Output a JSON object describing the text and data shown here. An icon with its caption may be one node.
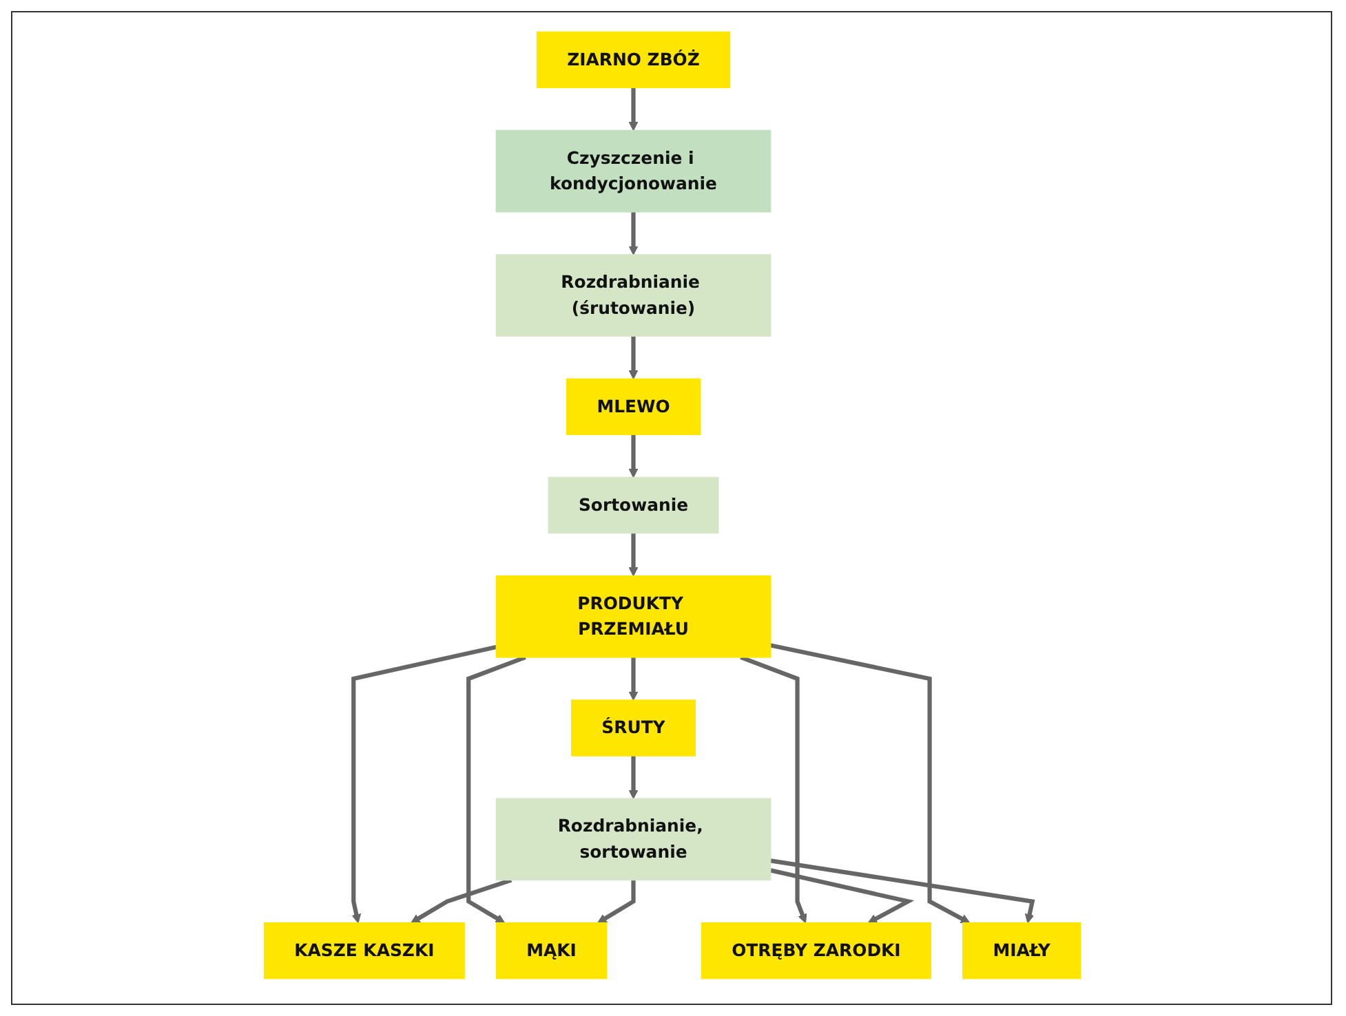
{
  "diagram": {
    "nodes": [
      {
        "text": [
          "ZIARNO ZBÓŻ"
        ]
      },
      {
        "text": [
          "Czyszczenie i kondycjonowanie"
        ]
      },
      {
        "text": [
          "Rozdrabnianie (śrutowanie)"
        ]
      },
      {
        "text": [
          "MLEWO"
        ]
      },
      {
        "text": [
          "Sortowanie"
        ]
      },
      {
        "text": [
          "PRODUKTY PRZEMIAŁU"
        ]
      },
      {
        "text": [
          "ŚRUTY"
        ]
      },
      {
        "text": [
          "KASZE KASZKI"
        ]
      },
      {
        "text": [
          "MĄKI"
        ]
      },
      {
        "text": [
          "OTRĘBY ZARODKI"
        ]
      },
      {
        "text": [
          "MIAŁY"
        ]
      },
      {
        "text": [
          "Rozdrabnianie, sortowanie"
        ]
      }
    ],
    "edges": [
      {
        "from": 0,
        "to": 1,
        "arrow": "to"
      },
      {
        "from": 1,
        "to": 2,
        "arrow": "to"
      },
      {
        "from": 2,
        "to": 3,
        "arrow": "to"
      },
      {
        "from": 3,
        "to": 4,
        "arrow": "to"
      },
      {
        "from": 4,
        "to": 5,
        "arrow": "to"
      },
      {
        "from": 5,
        "to": 6,
        "arrow": "to"
      },
      {
        "from": 5,
        "to": 7,
        "arrow": "to"
      },
      {
        "from": 5,
        "to": 8,
        "arrow": "to"
      },
      {
        "from": 5,
        "to": 9,
        "arrow": "to"
      },
      {
        "from": 5,
        "to": 10,
        "arrow": "to"
      },
      {
        "from": 6,
        "to": 11,
        "arrow": "to"
      },
      {
        "from": 11,
        "to": 7,
        "arrow": "to"
      },
      {
        "from": 11,
        "to": 8,
        "arrow": "to"
      },
      {
        "from": 11,
        "to": 9,
        "arrow": "to"
      },
      {
        "from": 11,
        "to": 10,
        "arrow": "to"
      }
    ]
  }
}
